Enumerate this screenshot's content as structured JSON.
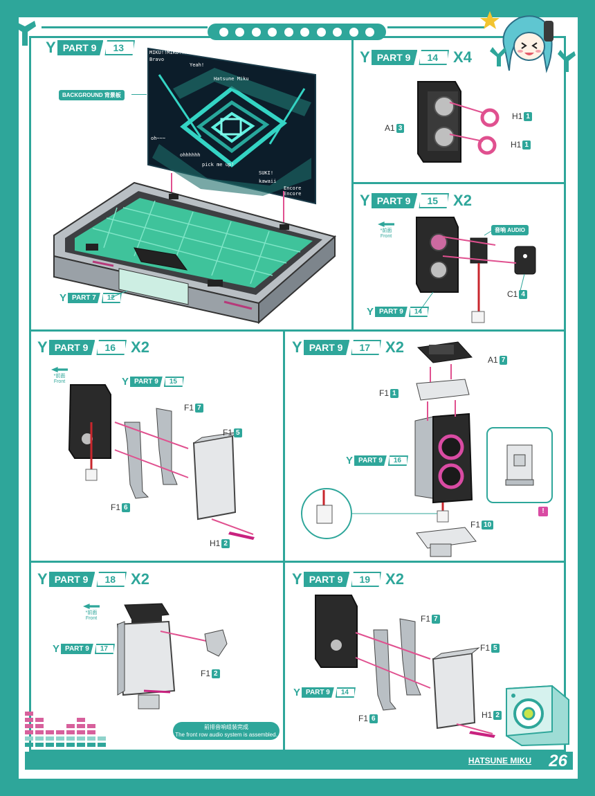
{
  "colors": {
    "accent": "#2ea69a",
    "pink": "#e0508f",
    "dark": "#222222"
  },
  "icons": [
    "y-logo-icon",
    "star-icon",
    "miku-chibi-icon",
    "speaker-icon",
    "warning-icon",
    "front-arrow-icon"
  ],
  "panels": [
    {
      "part": "PART 9",
      "num": "13",
      "mult": ""
    },
    {
      "part": "PART 9",
      "num": "14",
      "mult": "X4"
    },
    {
      "part": "PART 9",
      "num": "15",
      "mult": "X2"
    },
    {
      "part": "PART 9",
      "num": "16",
      "mult": "X2"
    },
    {
      "part": "PART 9",
      "num": "17",
      "mult": "X2"
    },
    {
      "part": "PART 9",
      "num": "18",
      "mult": "X2"
    },
    {
      "part": "PART 9",
      "num": "19",
      "mult": "X2"
    }
  ],
  "refs": {
    "p7_12": {
      "part": "PART 7",
      "num": "12"
    },
    "p9_14": {
      "part": "PART 9",
      "num": "14"
    },
    "p9_15": {
      "part": "PART 9",
      "num": "15"
    },
    "p9_16": {
      "part": "PART 9",
      "num": "16"
    },
    "p9_17": {
      "part": "PART 9",
      "num": "17"
    },
    "p9_14b": {
      "part": "PART 9",
      "num": "14"
    }
  },
  "background_tag": "BACKGROUND 背景板",
  "audio_tag": "音响 AUDIO",
  "front_cn": "*前面",
  "front_en": "Front",
  "screen_text": {
    "t1": "MIKU!!MIKU!!MIKU!!",
    "t2": "Bravo",
    "t3": "Yeah!",
    "t4": "Hatsune Miku",
    "t5": "oh~~~",
    "t6": "ohhhhhh",
    "t7": "kawaii",
    "t8": "Encore Encore",
    "t9": "pick me up!",
    "t10": "SUKI!"
  },
  "labels": {
    "a1_3": {
      "name": "A1",
      "num": "3"
    },
    "h1_1a": {
      "name": "H1",
      "num": "1"
    },
    "h1_1b": {
      "name": "H1",
      "num": "1"
    },
    "c1_4": {
      "name": "C1",
      "num": "4"
    },
    "f1_7a": {
      "name": "F1",
      "num": "7"
    },
    "f1_5a": {
      "name": "F1",
      "num": "5"
    },
    "f1_6a": {
      "name": "F1",
      "num": "6"
    },
    "h1_2a": {
      "name": "H1",
      "num": "2"
    },
    "a1_7": {
      "name": "A1",
      "num": "7"
    },
    "f1_1": {
      "name": "F1",
      "num": "1"
    },
    "f1_10": {
      "name": "F1",
      "num": "10"
    },
    "f1_2": {
      "name": "F1",
      "num": "2"
    },
    "f1_7b": {
      "name": "F1",
      "num": "7"
    },
    "f1_5b": {
      "name": "F1",
      "num": "5"
    },
    "f1_6b": {
      "name": "F1",
      "num": "6"
    },
    "h1_2b": {
      "name": "H1",
      "num": "2"
    }
  },
  "warning": "!",
  "completion_cn": "前排音响组装完成",
  "completion_en": "The front row audio system is assembled.",
  "footer": {
    "title": "HATSUNE MIKU",
    "page": "26"
  }
}
